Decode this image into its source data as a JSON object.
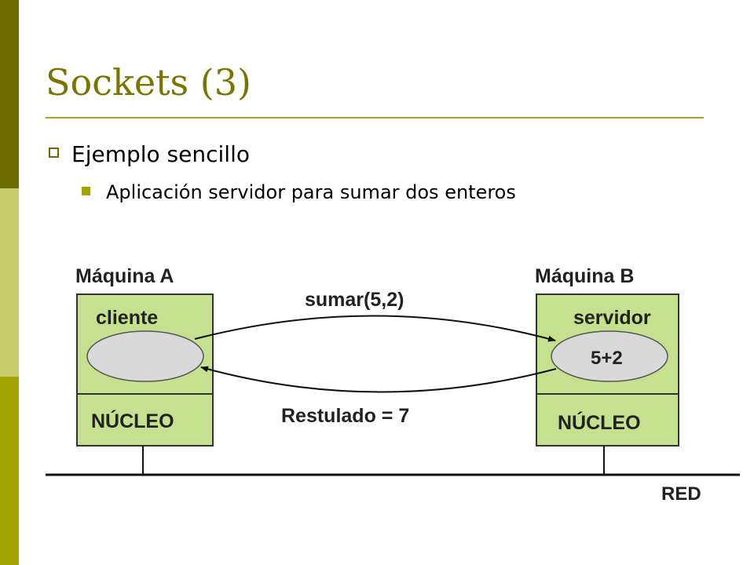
{
  "slide": {
    "title": "Sockets (3)",
    "bullet_level1": "Ejemplo sencillo",
    "bullet_level2": "Aplicación servidor para sumar dos enteros"
  },
  "diagram": {
    "machine_a": {
      "label": "Máquina A",
      "process": "cliente",
      "kernel": "NÚCLEO"
    },
    "machine_b": {
      "label": "Máquina B",
      "process": "servidor",
      "operation": "5+2",
      "kernel": "NÚCLEO"
    },
    "request_label": "sumar(5,2)",
    "response_label": "Restulado = 7",
    "network_label": "RED"
  },
  "colors": {
    "accent": "#777700",
    "box_fill": "#c5e08f",
    "ellipse_fill": "#d9d9d9",
    "sidebar_top": "#6b6b00",
    "sidebar_mid": "#c9cc6a",
    "sidebar_bottom": "#a3a300"
  }
}
